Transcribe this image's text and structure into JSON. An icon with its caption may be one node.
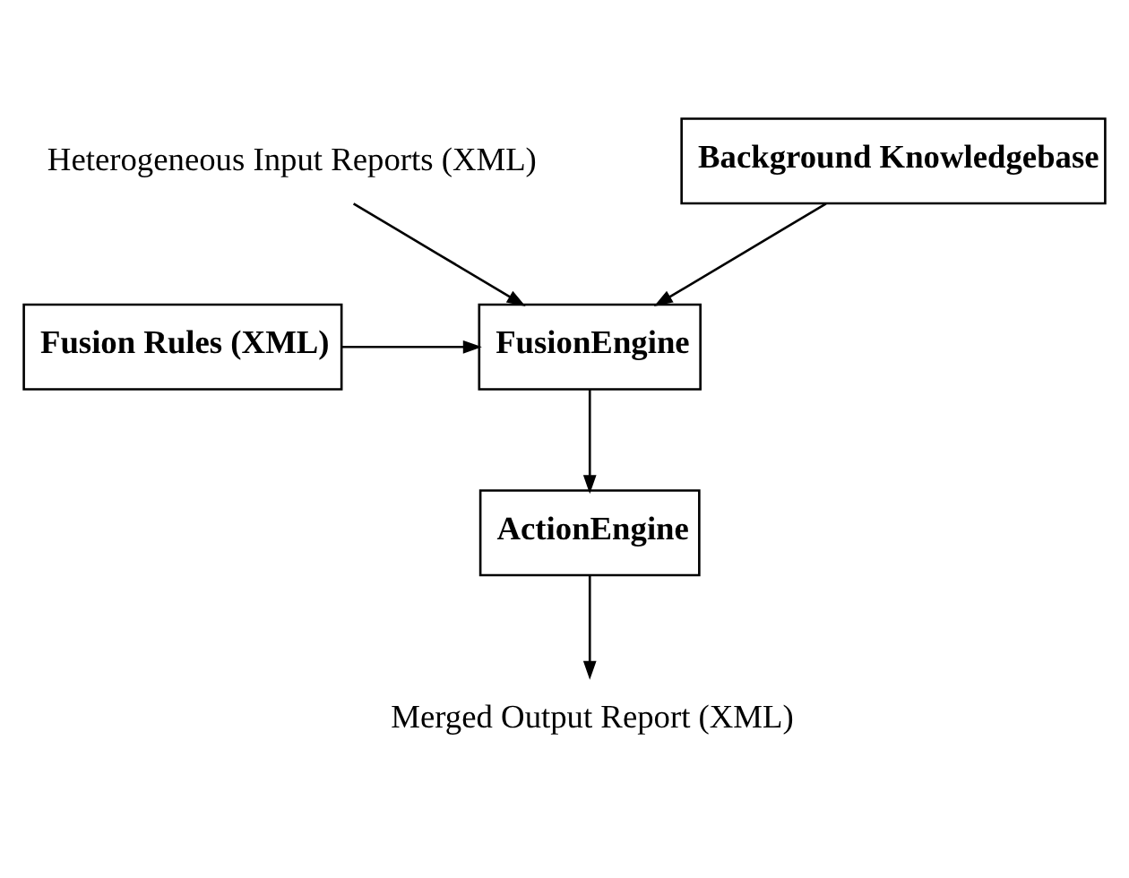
{
  "diagram": {
    "nodes": [
      {
        "text": [
          "Heterogeneous Input Reports (XML)"
        ]
      },
      {
        "text": [
          "Background Knowledgebase"
        ]
      },
      {
        "text": [
          "FusionEngine"
        ]
      },
      {
        "text": [
          "Fusion Rules (XML)"
        ]
      },
      {
        "text": [
          "ActionEngine"
        ]
      },
      {
        "text": [
          "Merged Output Report (XML)"
        ]
      }
    ],
    "edges": [
      {
        "from": 0,
        "to": 2,
        "arrow": "to"
      },
      {
        "from": 1,
        "to": 2,
        "arrow": "to"
      },
      {
        "from": 3,
        "to": 2,
        "arrow": "to"
      },
      {
        "from": 2,
        "to": 4,
        "arrow": "to"
      },
      {
        "from": 4,
        "to": 5,
        "arrow": "to"
      }
    ]
  }
}
